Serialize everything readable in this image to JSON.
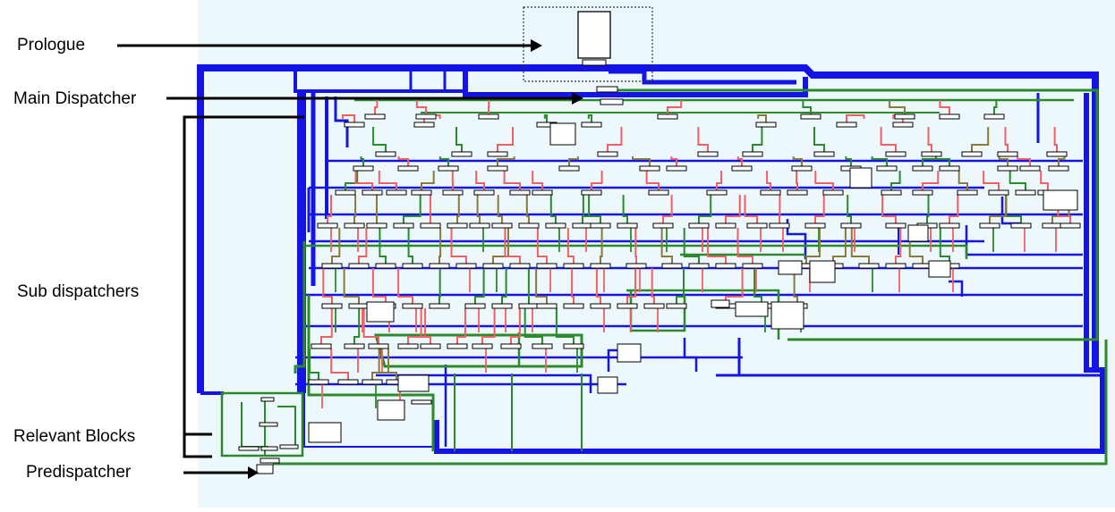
{
  "labels": {
    "prologue": "Prologue",
    "main_dispatcher": "Main Dispatcher",
    "sub_dispatchers": "Sub dispatchers",
    "relevant_blocks": "Relevant Blocks",
    "predispatcher": "Predispatcher"
  },
  "colors": {
    "canvas_bg": "#edf8fd",
    "loop_edge": "#1414e6",
    "true_edge": "#2b8a2b",
    "false_edge": "#f06060",
    "mixed_edge": "#8c7a3a",
    "node_fill": "#ffffff",
    "node_border": "#000000",
    "arrow": "#000000"
  }
}
